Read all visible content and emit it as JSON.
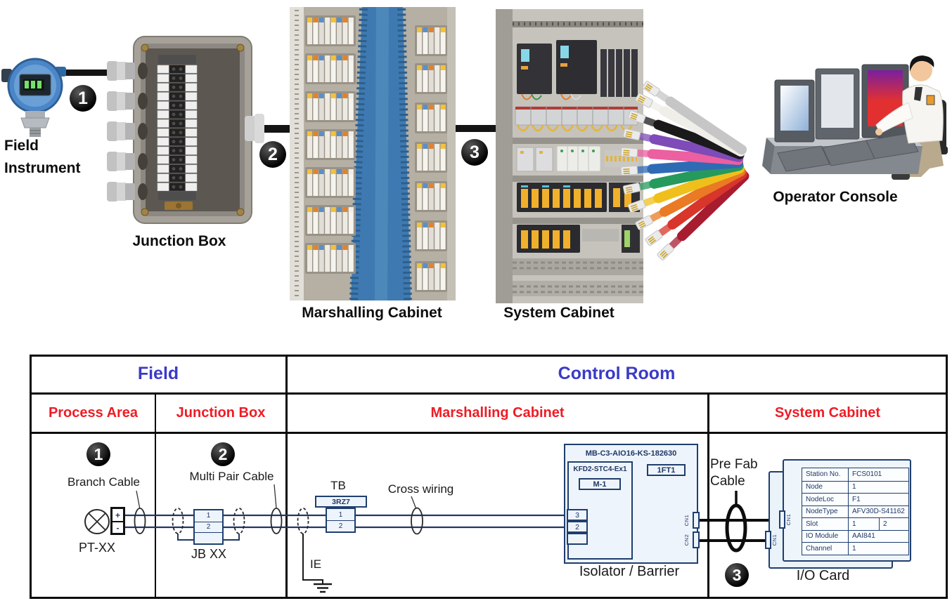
{
  "badges": {
    "one": "1",
    "two": "2",
    "three": "3"
  },
  "top": {
    "labels": {
      "field_instrument": "Field Instrument",
      "junction_box": "Junction Box",
      "marshalling_cabinet": "Marshalling Cabinet",
      "system_cabinet": "System Cabinet",
      "operator_console": "Operator Console"
    }
  },
  "table": {
    "headers": {
      "field": "Field",
      "control_room": "Control Room"
    },
    "columns": {
      "process_area": "Process Area",
      "junction_box": "Junction Box",
      "marshalling_cabinet": "Marshalling Cabinet",
      "system_cabinet": "System Cabinet"
    },
    "colors": {
      "header_blue": "#3a3ac8",
      "header_red": "#ee1c25"
    }
  },
  "diagram": {
    "process_area": {
      "branch_cable": "Branch Cable",
      "instrument_tag": "PT-XX",
      "terminal_plus": "+",
      "terminal_minus": "-"
    },
    "junction_box": {
      "multi_pair_cable": "Multi Pair Cable",
      "label": "JB XX",
      "terminals": [
        "1",
        "2"
      ]
    },
    "marshalling": {
      "tb_label": "TB",
      "tb_header": "3RZ7",
      "tb_terminals": [
        "1",
        "2"
      ],
      "cross_wiring": "Cross wiring",
      "ie": "IE",
      "isolator": {
        "title": "MB-C3-AIO16-KS-182630",
        "module": "KFD2-STC4-Ex1",
        "tag": "M-1",
        "fuse": "1FT1",
        "terminals": [
          "3",
          "2"
        ],
        "cn1": "CN1",
        "cn2": "CN2",
        "caption": "Isolator / Barrier"
      }
    },
    "system": {
      "prefab_cable": "Pre Fab Cable",
      "io_card": {
        "caption": "I/O Card",
        "cn1": "CN1",
        "rows": [
          {
            "label": "Station No.",
            "value": "FCS0101"
          },
          {
            "label": "Node",
            "value": "1"
          },
          {
            "label": "NodeLoc",
            "value": "F1"
          },
          {
            "label": "NodeType",
            "value": "AFV30D-S41162"
          },
          {
            "label": "Slot",
            "value": "1",
            "value2": "2"
          },
          {
            "label": "IO Module",
            "value": "AAI841"
          },
          {
            "label": "Channel",
            "value": "1"
          }
        ]
      }
    },
    "colors": {
      "wire": "#203864",
      "block_border": "#1f3e6e",
      "block_fill": "#eef4fb"
    }
  }
}
